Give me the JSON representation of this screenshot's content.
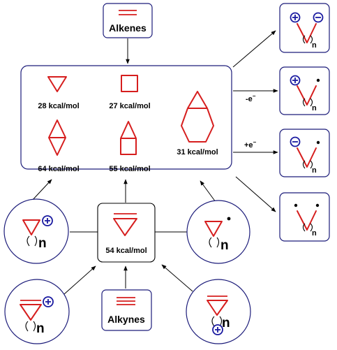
{
  "colors": {
    "structure": "#d61e1e",
    "box_border": "#1c1c7a",
    "charge": "#1a1aa0",
    "arrow": "#000000"
  },
  "top_source": {
    "label": "Alkenes"
  },
  "bottom_source": {
    "label": "Alkynes"
  },
  "central_box": {
    "energies": {
      "cyclopropane": "28 kcal/mol",
      "cyclobutane": "27 kcal/mol",
      "bicyclobutane": "64 kcal/mol",
      "bicyclopentane": "55 kcal/mol",
      "bicyclohexane": "31 kcal/mol"
    }
  },
  "cyclopropene_box": {
    "energy": "54 kcal/mol"
  },
  "arrow_labels": {
    "oxidation": "-e",
    "reduction": "+e",
    "superscript": "−"
  },
  "ring_index": "n",
  "ring_opened_species": [
    {
      "left_mark": "⊕",
      "right_mark": "⊖"
    },
    {
      "left_mark": "⊕",
      "right_mark": "•"
    },
    {
      "left_mark": "⊖",
      "right_mark": "•"
    },
    {
      "left_mark": "•",
      "right_mark": "•"
    }
  ]
}
